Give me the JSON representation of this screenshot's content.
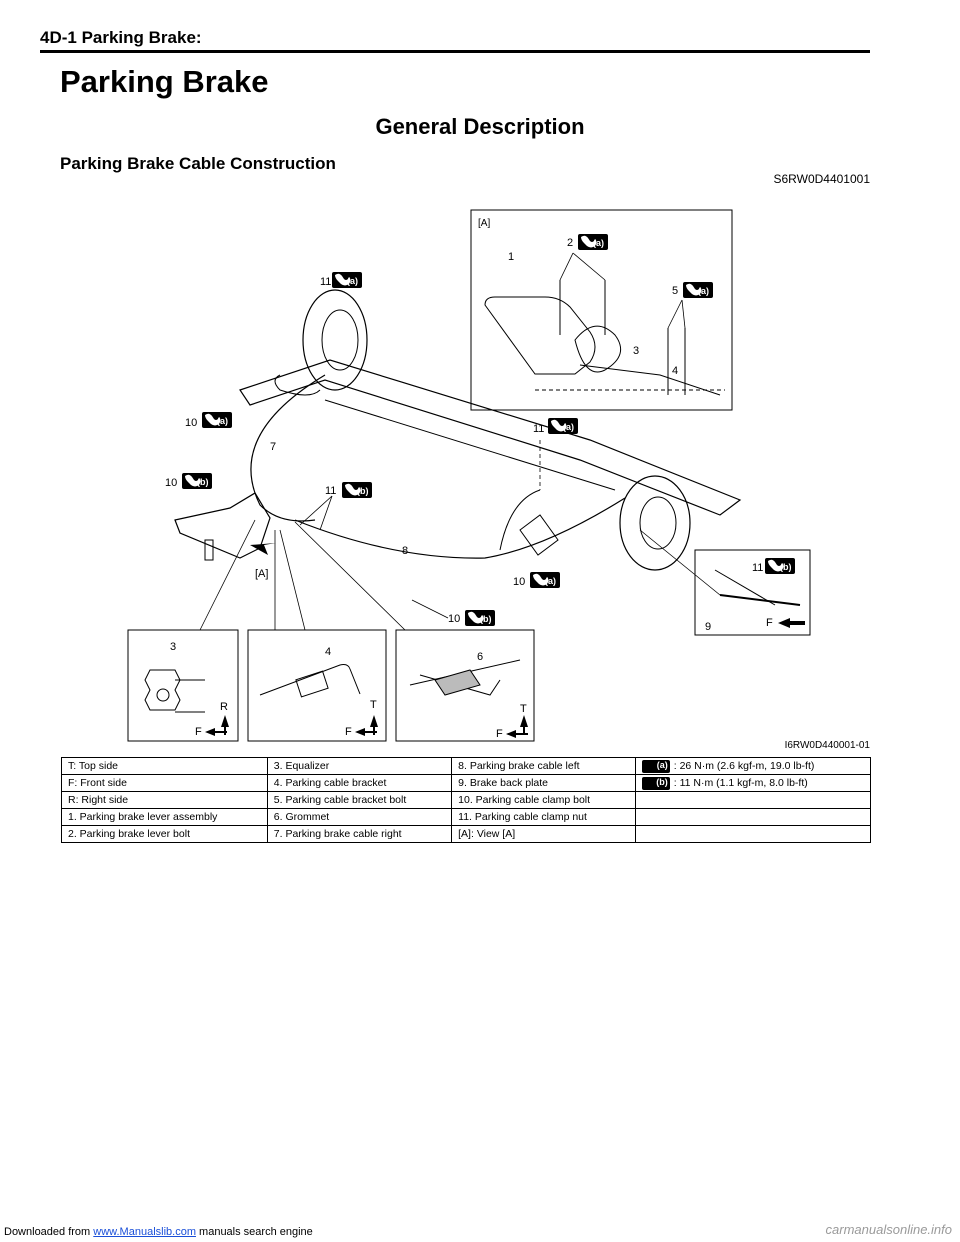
{
  "header": {
    "title": "4D-1   Parking Brake:"
  },
  "page_title": "Parking Brake",
  "section_title": "General Description",
  "sub_title": "Parking Brake Cable Construction",
  "doc_code": "S6RW0D4401001",
  "figure": {
    "id": "I6RW0D440001-01",
    "view_label": "[A]",
    "callouts": {
      "c1": "1",
      "c2": "2",
      "c3": "3",
      "c4": "4",
      "c5": "5",
      "c6": "6",
      "c7": "7",
      "c8": "8",
      "c9": "9",
      "c10": "10",
      "c11": "11"
    },
    "torque_a": "(a)",
    "torque_b": "(b)",
    "dir_T": "T",
    "dir_F": "F",
    "dir_R": "R"
  },
  "legend": {
    "rows": [
      [
        "T:  Top side",
        "3.  Equalizer",
        "8.  Parking brake cable left",
        "(a)",
        ":  26 N·m (2.6 kgf-m, 19.0 lb-ft)"
      ],
      [
        "F:  Front side",
        "4.  Parking cable bracket",
        "9.  Brake back plate",
        "(b)",
        ":  11 N·m (1.1 kgf-m, 8.0 lb-ft)"
      ],
      [
        "R:  Right side",
        "5.  Parking cable bracket bolt",
        "10.  Parking cable clamp bolt",
        "",
        ""
      ],
      [
        "1.  Parking brake lever assembly",
        "6.  Grommet",
        "11.  Parking cable clamp nut",
        "",
        ""
      ],
      [
        "2.  Parking brake lever bolt",
        "7.  Parking brake cable right",
        "[A]:  View [A]",
        "",
        ""
      ]
    ]
  },
  "footer": {
    "prefix": "Downloaded from ",
    "link": "www.Manualslib.com",
    "suffix": "  manuals search engine",
    "watermark": "carmanualsonline.info"
  }
}
